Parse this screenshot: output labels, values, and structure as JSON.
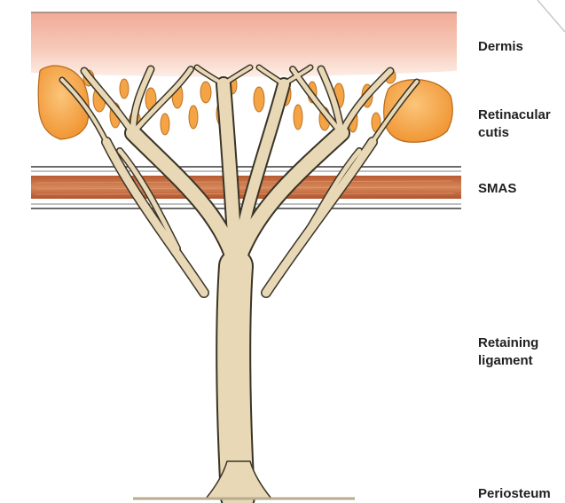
{
  "labels": {
    "dermis": "Dermis",
    "retinacular": [
      "Retinacular",
      "cutis"
    ],
    "smas": "SMAS",
    "retaining": [
      "Retaining",
      "ligament"
    ],
    "periosteum": "Periosteum"
  },
  "colors": {
    "dermis_top": "#f3b3a1",
    "dermis_bottom": "#fde3d6",
    "fat_fill": "#f7a845",
    "fat_edge": "#c4731c",
    "smas_band": "#c46a3e",
    "fascia_line": "#6c6c6c",
    "ligament_fill": "#e8d8b6",
    "ligament_edge": "#3a3426",
    "label_text": "#1f1f1f"
  }
}
